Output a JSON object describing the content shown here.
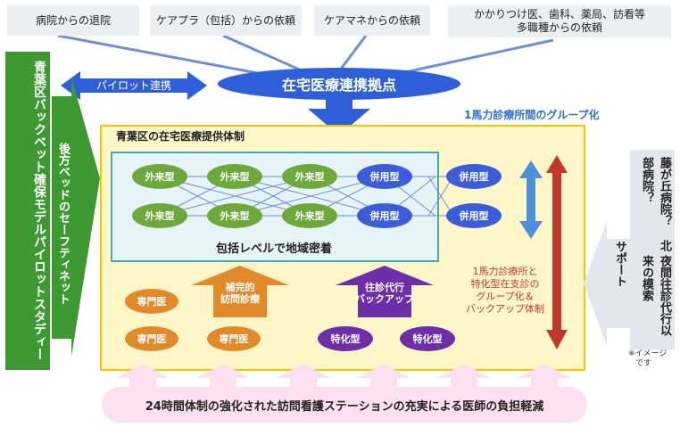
{
  "sources": [
    "病院からの退院",
    "ケアプラ（包括）からの依頼",
    "ケアマネからの依頼",
    "かかりつけ医、歯科、薬局、訪看等",
    "多職種からの依頼"
  ],
  "hub": "在宅医療連携拠点",
  "pilot_link": "パイロット連携",
  "left_model": [
    "青葉区バックベット確保モデル",
    "パイロットスタディー"
  ],
  "safety_net": "後方ベッドのセーフティネット",
  "system_title": "青葉区の在宅医療提供体制",
  "group_label": "1馬力診療所間のグループ化",
  "network_label": "包括レベルで地域密着",
  "nodes": {
    "top": [
      "外来型",
      "外来型",
      "外来型",
      "併用型",
      "併用型"
    ],
    "bottom": [
      "外来型",
      "外来型",
      "外来型",
      "併用型",
      "併用型"
    ]
  },
  "complement": [
    "補完的",
    "訪問診療"
  ],
  "substitute": [
    "往診代行",
    "バックアップ"
  ],
  "specialists": [
    "専門医",
    "専門医",
    "専門医"
  ],
  "special_types": [
    "特化型",
    "特化型"
  ],
  "backup_system": [
    "1馬力診療所と",
    "特化型在支診の",
    "グループ化＆",
    "バックアップ体制"
  ],
  "right_hospital": [
    "藤が丘病院？ 北部病院？",
    "夜間往診代行以来の模索"
  ],
  "support": "サポート",
  "note": [
    "※イメージ",
    "です"
  ],
  "bottom_banner": "24時間体制の強化された訪問看護ステーションの充実による医師の負担軽減",
  "colors": {
    "green": "#3d9a33",
    "blue": "#3b5ed8",
    "yellow_bg": "#fff6c8",
    "yellow_border": "#f5c400",
    "teal_border": "#4aa6b8",
    "orange": "#e08a2a",
    "purple": "#6d2fa8",
    "red_arrow": "#c0392b",
    "pink_banner": "#fde0ef"
  }
}
